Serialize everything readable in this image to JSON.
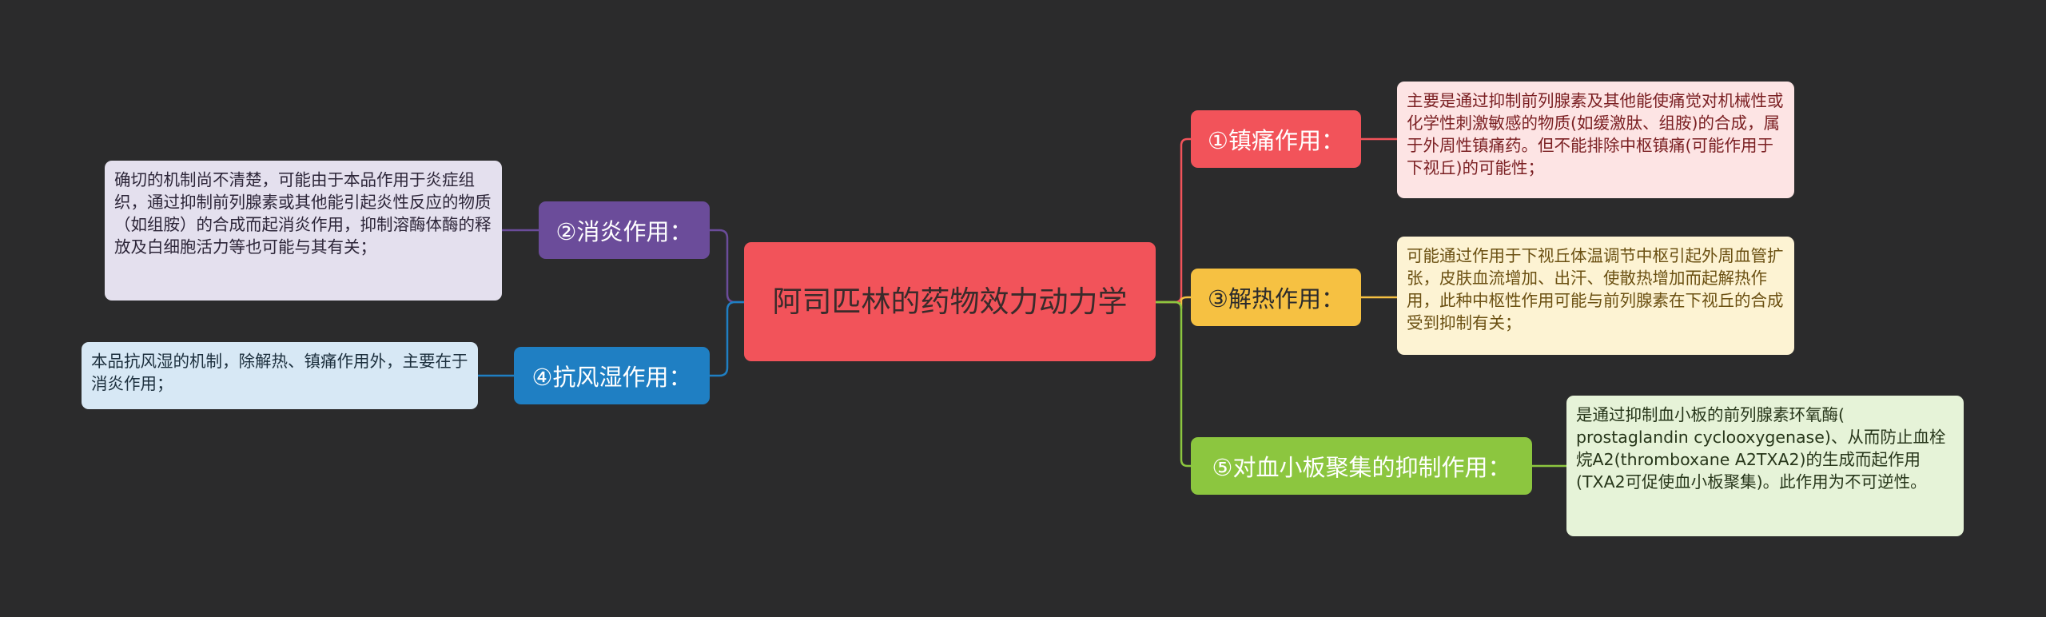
{
  "colors": {
    "background": "#2b2b2c",
    "root": "#f2535a",
    "branch_1": "#f2535a",
    "branch_2": "#6b4c9a",
    "branch_3": "#f6c142",
    "branch_4": "#1f7fc3",
    "branch_5": "#8cc63f"
  },
  "root": {
    "title": "阿司匹林的药物效力动力学"
  },
  "branches": [
    {
      "label": "①镇痛作用：",
      "detail": "主要是通过抑制前列腺素及其他能使痛觉对机械性或化学性刺激敏感的物质(如缓激肽、组胺)的合成，属于外周性镇痛药。但不能排除中枢镇痛(可能作用于下视丘)的可能性；"
    },
    {
      "label": "②消炎作用：",
      "detail": "确切的机制尚不清楚，可能由于本品作用于炎症组织，通过抑制前列腺素或其他能引起炎性反应的物质（如组胺）的合成而起消炎作用，抑制溶酶体酶的释放及白细胞活力等也可能与其有关；"
    },
    {
      "label": "③解热作用：",
      "detail": "可能通过作用于下视丘体温调节中枢引起外周血管扩张，皮肤血流增加、出汗、使散热增加而起解热作用，此种中枢性作用可能与前列腺素在下视丘的合成受到抑制有关；"
    },
    {
      "label": "④抗风湿作用：",
      "detail": "本品抗风湿的机制，除解热、镇痛作用外，主要在于消炎作用；"
    },
    {
      "label": "⑤对血小板聚集的抑制作用：",
      "detail": "是通过抑制血小板的前列腺素环氧酶( prostaglandin cyclooxygenase)、从而防止血栓烷A2(thromboxane A2TXA2)的生成而起作用(TXA2可促使血小板聚集)。此作用为不可逆性。"
    }
  ]
}
